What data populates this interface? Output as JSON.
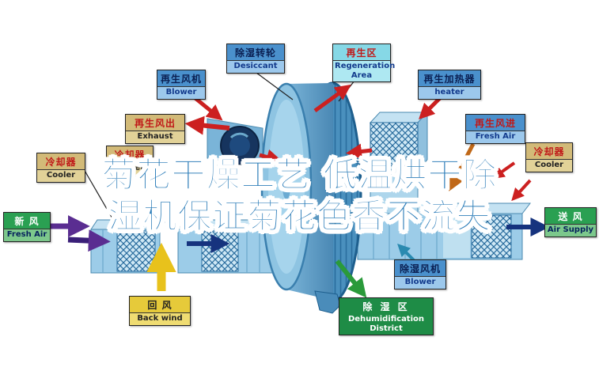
{
  "title": {
    "line1": "菊花干燥工艺 低温烘干除",
    "line2": "湿机保证菊花色香不流失"
  },
  "labels": {
    "regen_blower": {
      "zh": "再生风机",
      "en": "Blower"
    },
    "desiccant_wheel": {
      "zh": "除湿转轮",
      "en": "Desiccant"
    },
    "regeneration_area": {
      "zh": "再生区",
      "en": "Regeneration Area"
    },
    "regen_heater": {
      "zh": "再生加热器",
      "en": "heater"
    },
    "exhaust": {
      "zh": "再生风出",
      "en": "Exhaust"
    },
    "regen_fresh_air": {
      "zh": "再生风进",
      "en": "Fresh Air"
    },
    "cooler_left_outer": {
      "zh": "冷却器",
      "en": "Cooler"
    },
    "cooler_left_inner": {
      "zh": "冷却器",
      "en": "Cooler"
    },
    "cooler_right": {
      "zh": "冷却器",
      "en": "Cooler"
    },
    "fresh_air": {
      "zh": "新 风",
      "en": "Fresh Air"
    },
    "air_supply": {
      "zh": "送 风",
      "en": "Air Supply"
    },
    "back_wind": {
      "zh": "回 风",
      "en": "Back wind"
    },
    "dehum_blower": {
      "zh": "除湿风机",
      "en": "Blower"
    },
    "dehum_district": {
      "zh": "除 湿 区",
      "en": "Dehumidification District"
    }
  },
  "colors": {
    "title_blue": "#2b7cb8",
    "duct_blue": "#9ccce8",
    "wheel_blue": "#4a90be",
    "arrow_red": "#cc2020",
    "arrow_orange": "#c06818",
    "arrow_purple": "#5a2d91",
    "arrow_navy": "#16337e",
    "arrow_yellow": "#e8c21c",
    "arrow_green": "#2a9a3a",
    "label_green": "#1e8c46",
    "label_tan": "#d2ba78",
    "label_yellow": "#e6ca3a"
  }
}
